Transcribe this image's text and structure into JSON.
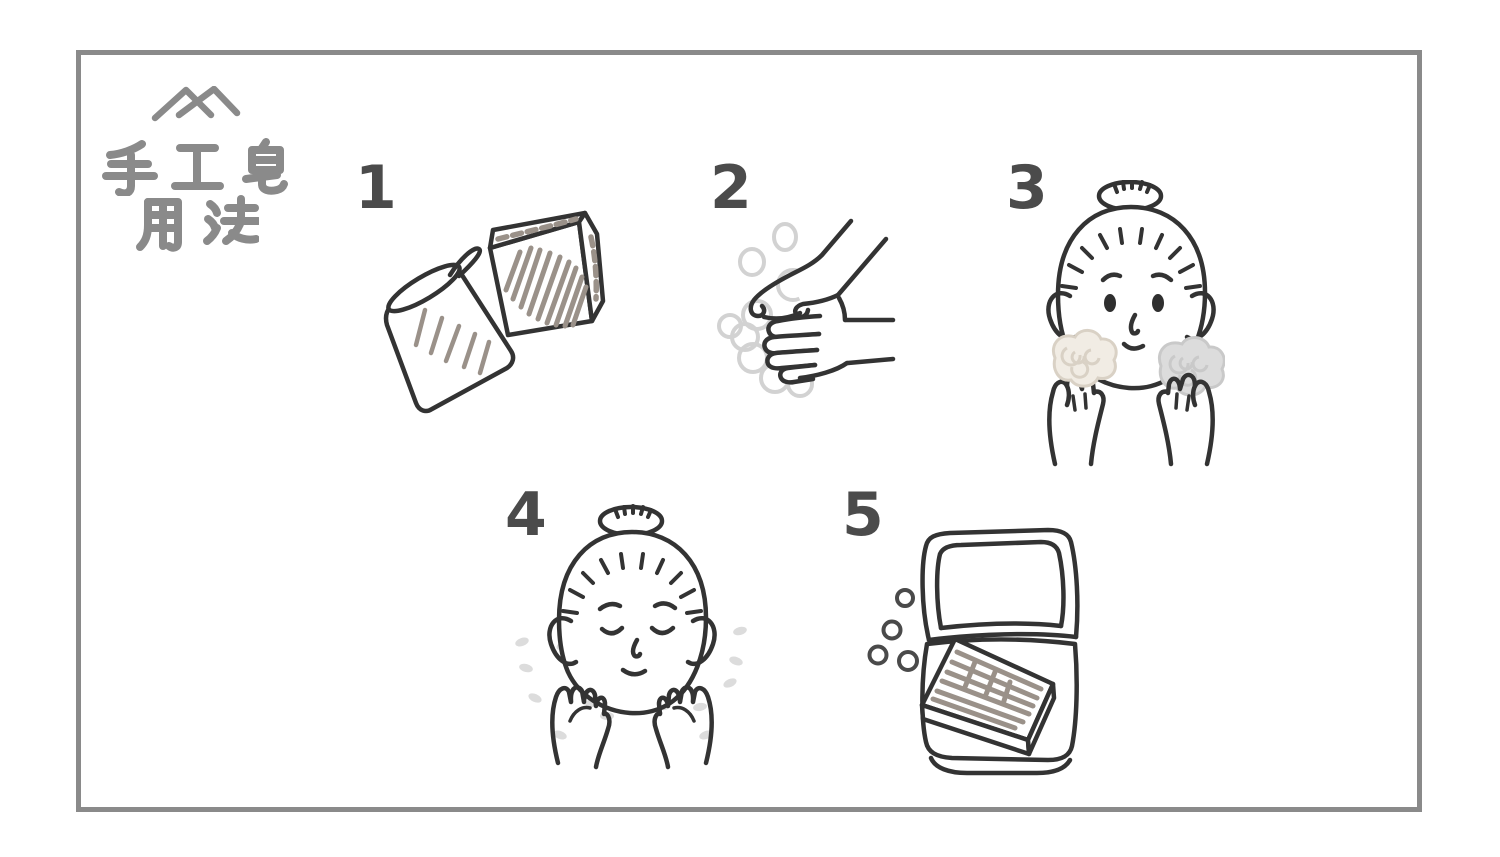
{
  "logo": {
    "icon": "mountain-peaks-icon",
    "title_line1": "手工皂",
    "title_line2": "用法",
    "color": "#8a8a8a"
  },
  "steps": [
    {
      "number": "1",
      "illustration": "open-soap-box-and-drawstring-bag"
    },
    {
      "number": "2",
      "illustration": "hands-lathering-with-bubbles"
    },
    {
      "number": "3",
      "illustration": "applying-foam-to-face-with-hands"
    },
    {
      "number": "4",
      "illustration": "rinsing-face-water-droplets"
    },
    {
      "number": "5",
      "illustration": "soap-bar-stored-in-travel-case"
    }
  ],
  "colors": {
    "frame": "#8a8a8a",
    "line": "#333333",
    "number": "#4b4b4b",
    "logo": "#8a8a8a",
    "hatch": "#9a9189",
    "bubble": "#d2d2d2",
    "foam_beige": "#f1ece4",
    "foam_gray": "#dcdcdc",
    "droplet": "#dcdcdc"
  }
}
